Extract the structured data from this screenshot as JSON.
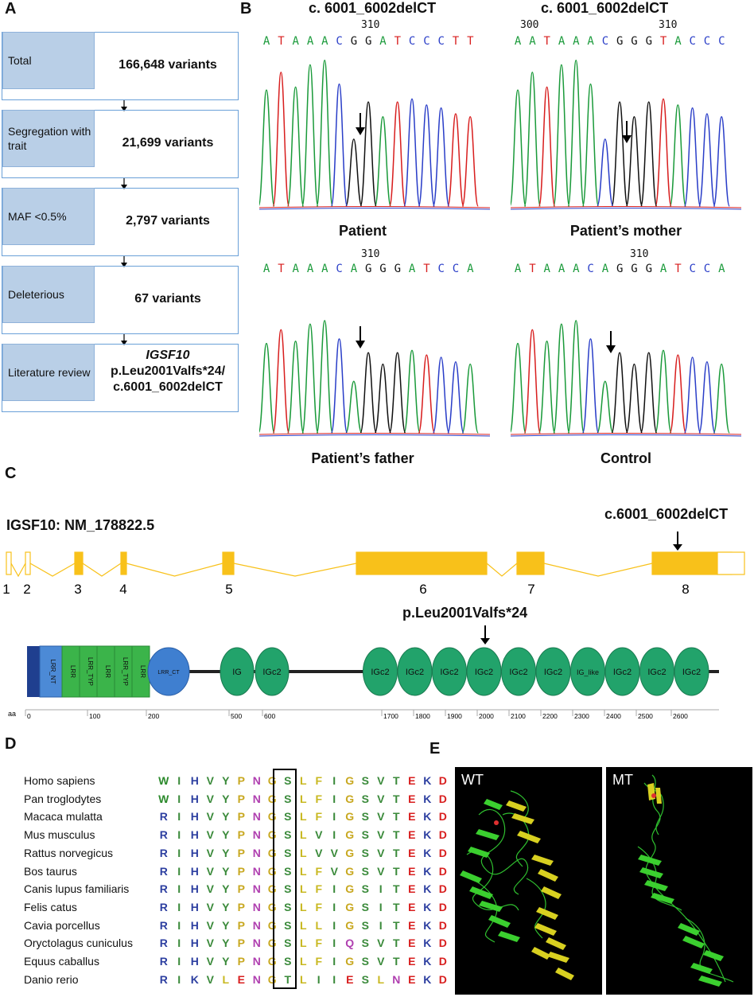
{
  "panels": {
    "a": "A",
    "b": "B",
    "c": "C",
    "d": "D",
    "e": "E"
  },
  "panelA": {
    "steps": [
      {
        "tag": "Total",
        "value": "166,648 variants"
      },
      {
        "tag": "Segregation with trait",
        "value": "21,699 variants"
      },
      {
        "tag": "MAF <0.5%",
        "value": "2,797 variants"
      },
      {
        "tag": "Deleterious",
        "value": "67 variants"
      },
      {
        "tag": "Literature review",
        "gene": "IGSF10",
        "value_line2": "p.Leu2001Valfs*24/",
        "value_line3": "c.6001_6002delCT"
      }
    ]
  },
  "panelB": {
    "heading_left": "c. 6001_6002delCT",
    "heading_right": "c. 6001_6002delCT",
    "traces": [
      {
        "name": "Patient",
        "seq": "ATAAACGGATCCCTT",
        "pos_labels": [
          "310"
        ]
      },
      {
        "name": "Patient’s mother",
        "seq": "AATAAACGGGTACCC",
        "pos_labels": [
          "300",
          "310"
        ]
      },
      {
        "name": "Patient’s father",
        "seq": "ATAAACAGGGATCCA",
        "pos_labels": [
          "310"
        ]
      },
      {
        "name": "Control",
        "seq": "ATAAACAGGGATCCA",
        "pos_labels": [
          "310"
        ]
      }
    ],
    "base_colors": {
      "A": "#1a9a3a",
      "T": "#d81e1e",
      "G": "#111111",
      "C": "#2a3ec8"
    }
  },
  "panelC": {
    "transcript": "IGSF10: NM_178822.5",
    "mutation_dna": "c.6001_6002delCT",
    "mutation_protein": "p.Leu2001Valfs*24",
    "exons": [
      "1",
      "2",
      "3",
      "4",
      "5",
      "6",
      "7",
      "8"
    ],
    "domains": [
      "LRR_NT",
      "LRR",
      "LRR_TYP",
      "LRR",
      "LRR_TYP",
      "LRR",
      "LRR_CT",
      "IG",
      "IGc2",
      "IGc2",
      "IGc2",
      "IGc2",
      "IGc2",
      "IGc2",
      "IGc2",
      "IG_like",
      "IGc2",
      "IGc2",
      "IGc2"
    ],
    "axis_label": "aa",
    "axis_ticks": [
      "0",
      "100",
      "200",
      "500",
      "600",
      "1700",
      "1800",
      "1900",
      "2000",
      "2100",
      "2200",
      "2300",
      "2400",
      "2500",
      "2600"
    ]
  },
  "panelD": {
    "species": [
      {
        "name": "Homo sapiens",
        "seq": "WIHVYPNGSLFIGSVTEKD"
      },
      {
        "name": "Pan troglodytes",
        "seq": "WIHVYPNGSLFIGSVTEKD"
      },
      {
        "name": "Macaca mulatta",
        "seq": "RIHVYPNGSLFIGSVTEKD"
      },
      {
        "name": "Mus musculus",
        "seq": "RIHVYPNGSLVIGSVTEKD"
      },
      {
        "name": "Rattus norvegicus",
        "seq": "RIHVYPNGSLVVGSVTEKD"
      },
      {
        "name": "Bos taurus",
        "seq": "RIHVYPNGSLFVGSVTEKD"
      },
      {
        "name": "Canis lupus familiaris",
        "seq": "RIHVYPNGSLFIGSITEKD"
      },
      {
        "name": "Felis catus",
        "seq": "RIHVYPNGSLFIGSITEKD"
      },
      {
        "name": "Cavia porcellus",
        "seq": "RIHVYPNGSLLIGSITEKD"
      },
      {
        "name": "Oryctolagus cuniculus",
        "seq": "RIHVYPNGSLFIQSVTEKD"
      },
      {
        "name": "Equus caballus",
        "seq": "RIHVYPNGSLFIGSVTEKD"
      },
      {
        "name": "Danio rerio",
        "seq": "RIKVLENGTLIIESLNEKD"
      }
    ],
    "aa_colors": {
      "W": "#2c8a2c",
      "R": "#2d3fa0",
      "I": "#3a8a3a",
      "H": "#2d3fa0",
      "K": "#2d3fa0",
      "V": "#3a8a3a",
      "Y": "#3a8a3a",
      "P": "#c8a820",
      "N": "#b040b0",
      "G": "#c8a820",
      "S": "#3a8a3a",
      "L": "#c8b820",
      "F": "#c8b820",
      "T": "#3a8a3a",
      "E": "#d81e1e",
      "D": "#d81e1e",
      "Q": "#b040b0"
    }
  },
  "panelE": {
    "wt": "WT",
    "mt": "MT"
  }
}
